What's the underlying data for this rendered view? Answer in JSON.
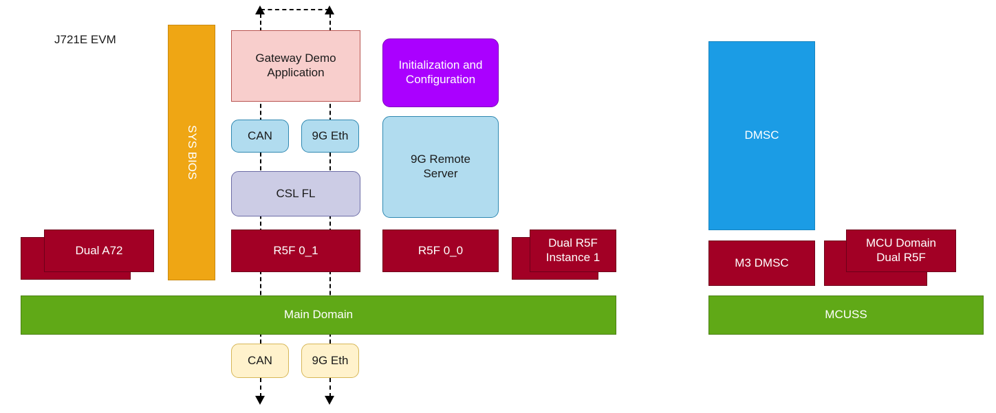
{
  "diagram": {
    "title": "J721E EVM",
    "colors": {
      "red": "#A20025",
      "green": "#60A917",
      "orange": "#EFA614",
      "purple": "#AA00FF",
      "dmsc_blue": "#1B9CE5",
      "light_blue": "#B1DCEF",
      "pink": "#F8CECC",
      "lavender": "#CCCCE5",
      "cream": "#FFF2CC",
      "connector": "#000000"
    },
    "main_domain": {
      "os_bar": "SYS BIOS",
      "application": "Gateway Demo\nApplication",
      "init_config": "Initialization and\nConfiguration",
      "driver_can": "CAN",
      "driver_eth": "9G Eth",
      "csl": "CSL FL",
      "remote_server": "9G Remote\nServer",
      "cores": [
        "Dual A72",
        "R5F 0_1",
        "R5F 0_0",
        "Dual R5F\nInstance 1"
      ],
      "domain_bar": "Main Domain",
      "peripherals": [
        "CAN",
        "9G Eth"
      ]
    },
    "mcu_domain": {
      "dmsc": "DMSC",
      "cores": [
        "M3 DMSC",
        "MCU Domain\nDual R5F"
      ],
      "domain_bar": "MCUSS"
    }
  }
}
